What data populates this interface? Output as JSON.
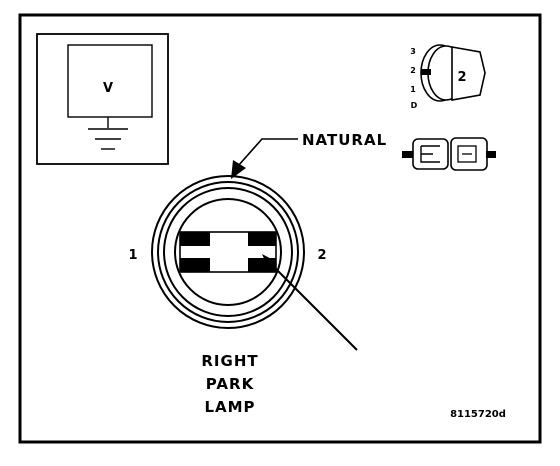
{
  "meter": {
    "symbol": "V"
  },
  "callout": {
    "label": "NATURAL"
  },
  "pins": {
    "left": "1",
    "right": "2"
  },
  "component": {
    "line1": "RIGHT",
    "line2": "PARK",
    "line3": "LAMP"
  },
  "key_icon": {
    "pos_3": "3",
    "pos_2": "2",
    "pos_1": "1",
    "pos_d": "D",
    "cap_number": "2"
  },
  "figure_id": "8115720d"
}
